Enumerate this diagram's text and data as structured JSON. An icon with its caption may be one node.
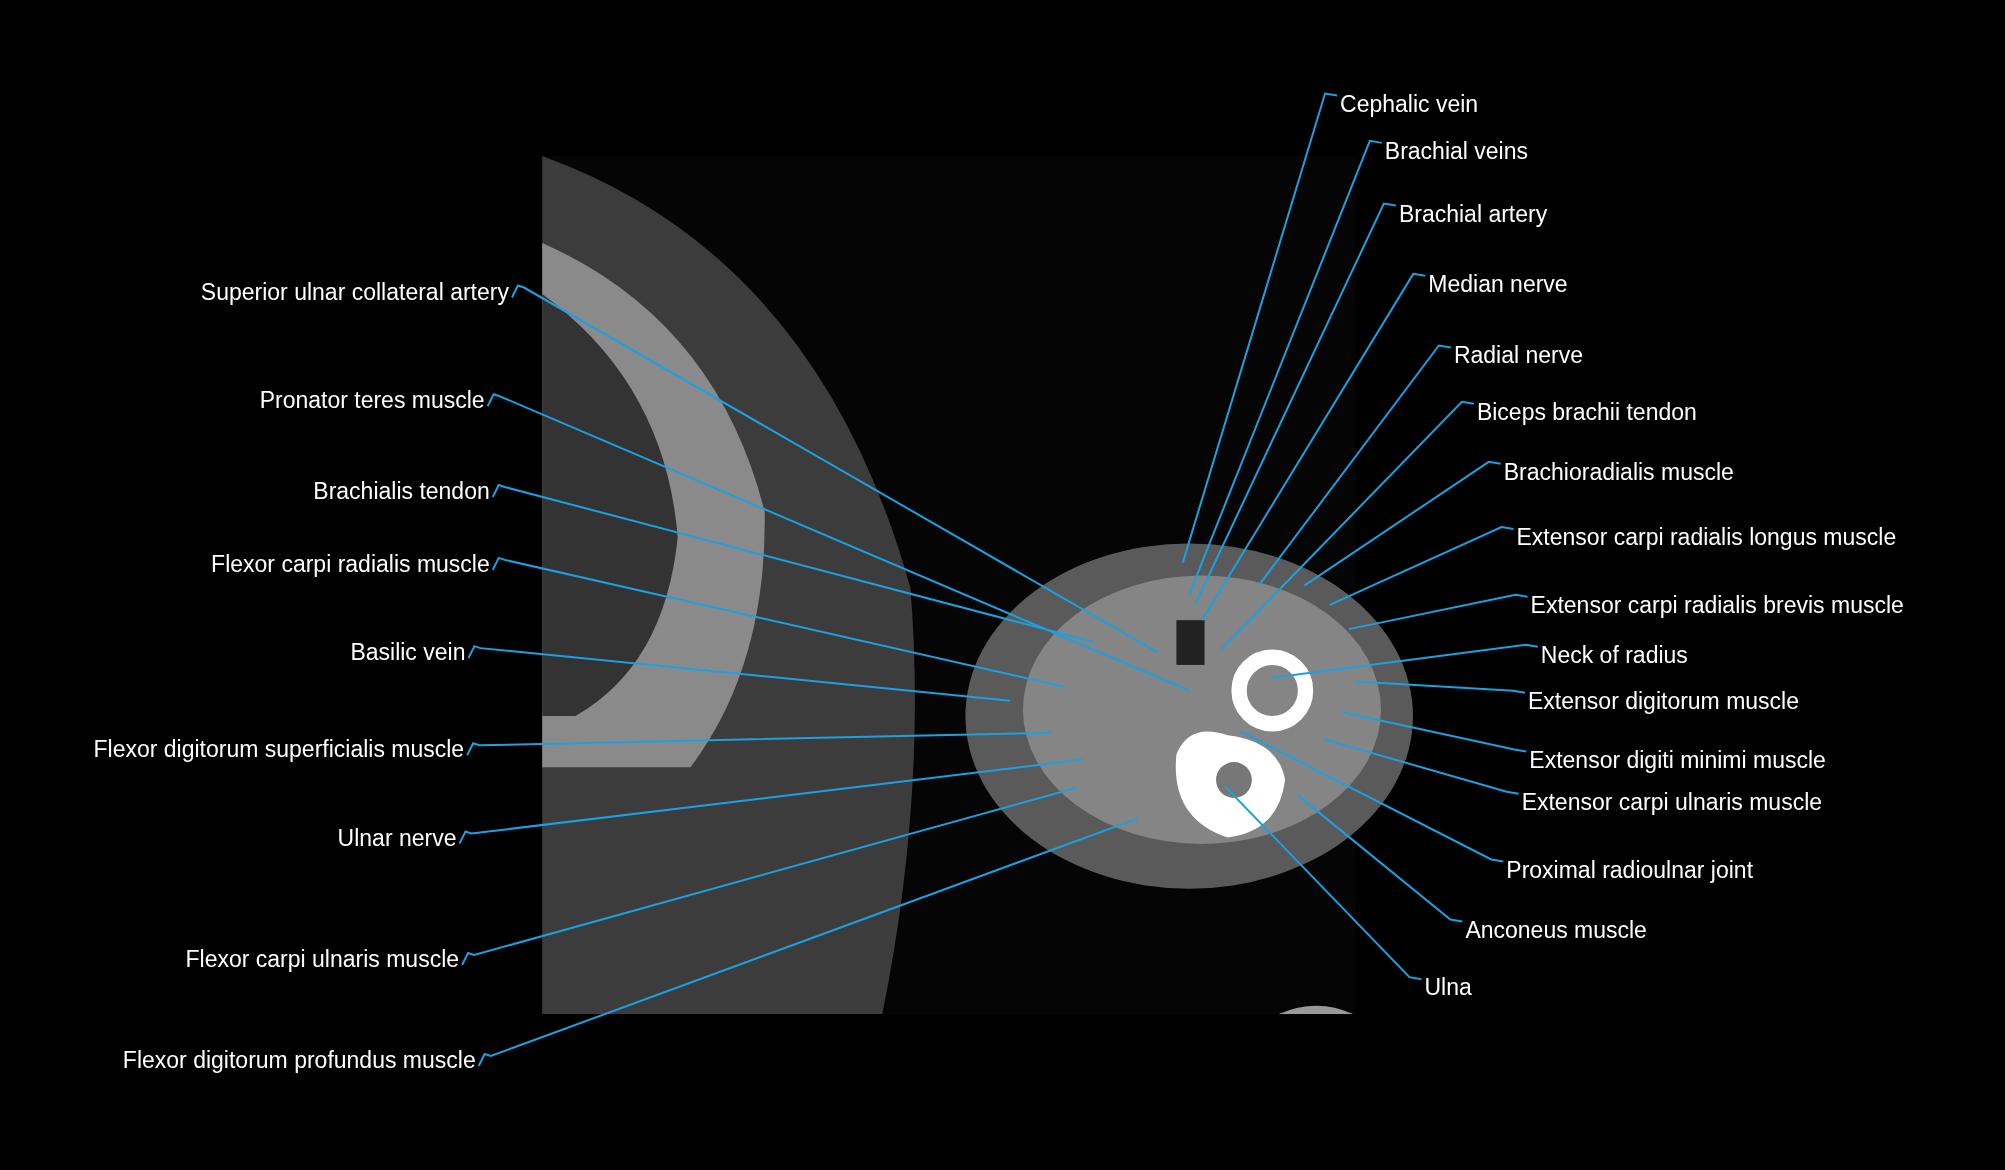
{
  "diagram": {
    "nodes": [
      {
        "text": [
          "Superior ulnar collateral artery"
        ]
      },
      {
        "text": [
          "Pronator teres muscle"
        ]
      },
      {
        "text": [
          "Brachialis tendon"
        ]
      },
      {
        "text": [
          "Flexor carpi radialis muscle"
        ]
      },
      {
        "text": [
          "Basilic vein"
        ]
      },
      {
        "text": [
          "Flexor digitorum superficialis muscle"
        ]
      },
      {
        "text": [
          "Ulnar nerve"
        ]
      },
      {
        "text": [
          "Flexor carpi ulnaris muscle"
        ]
      },
      {
        "text": [
          "Flexor digitorum profundus muscle"
        ]
      },
      {
        "text": [
          "Cephalic vein"
        ]
      },
      {
        "text": [
          "Brachial veins"
        ]
      },
      {
        "text": [
          "Brachial artery"
        ]
      },
      {
        "text": [
          "Median nerve"
        ]
      },
      {
        "text": [
          "Radial nerve"
        ]
      },
      {
        "text": [
          "Biceps brachii tendon"
        ]
      },
      {
        "text": [
          "Brachioradialis muscle"
        ]
      },
      {
        "text": [
          "Extensor carpi radialis longus muscle"
        ]
      },
      {
        "text": [
          "Extensor carpi radialis brevis muscle"
        ]
      },
      {
        "text": [
          "Neck of radius"
        ]
      },
      {
        "text": [
          "Extensor digitorum muscle"
        ]
      },
      {
        "text": [
          "Extensor digiti minimi muscle"
        ]
      },
      {
        "text": [
          "Extensor carpi ulnaris muscle"
        ]
      },
      {
        "text": [
          "Proximal radioulnar joint"
        ]
      },
      {
        "text": [
          "Anconeus muscle"
        ]
      },
      {
        "text": [
          "Ulna"
        ]
      }
    ],
    "edges": [
      {
        "from": 0,
        "to": null,
        "arrow": "none"
      },
      {
        "from": 1,
        "to": null,
        "arrow": "none"
      },
      {
        "from": 2,
        "to": null,
        "arrow": "none"
      },
      {
        "from": 3,
        "to": null,
        "arrow": "none"
      },
      {
        "from": 4,
        "to": null,
        "arrow": "none"
      },
      {
        "from": 5,
        "to": null,
        "arrow": "none"
      },
      {
        "from": 6,
        "to": null,
        "arrow": "none"
      },
      {
        "from": 7,
        "to": null,
        "arrow": "none"
      },
      {
        "from": 8,
        "to": null,
        "arrow": "none"
      },
      {
        "from": 9,
        "to": null,
        "arrow": "none"
      },
      {
        "from": 10,
        "to": null,
        "arrow": "none"
      },
      {
        "from": 11,
        "to": null,
        "arrow": "none"
      },
      {
        "from": 12,
        "to": null,
        "arrow": "none"
      },
      {
        "from": 13,
        "to": null,
        "arrow": "none"
      },
      {
        "from": 14,
        "to": null,
        "arrow": "none"
      },
      {
        "from": 15,
        "to": null,
        "arrow": "none"
      },
      {
        "from": 16,
        "to": null,
        "arrow": "none"
      },
      {
        "from": 17,
        "to": null,
        "arrow": "none"
      },
      {
        "from": 18,
        "to": null,
        "arrow": "none"
      },
      {
        "from": 19,
        "to": null,
        "arrow": "none"
      },
      {
        "from": 20,
        "to": null,
        "arrow": "none"
      },
      {
        "from": 21,
        "to": null,
        "arrow": "none"
      },
      {
        "from": 22,
        "to": null,
        "arrow": "none"
      },
      {
        "from": 23,
        "to": null,
        "arrow": "none"
      },
      {
        "from": 24,
        "to": null,
        "arrow": "none"
      }
    ]
  }
}
